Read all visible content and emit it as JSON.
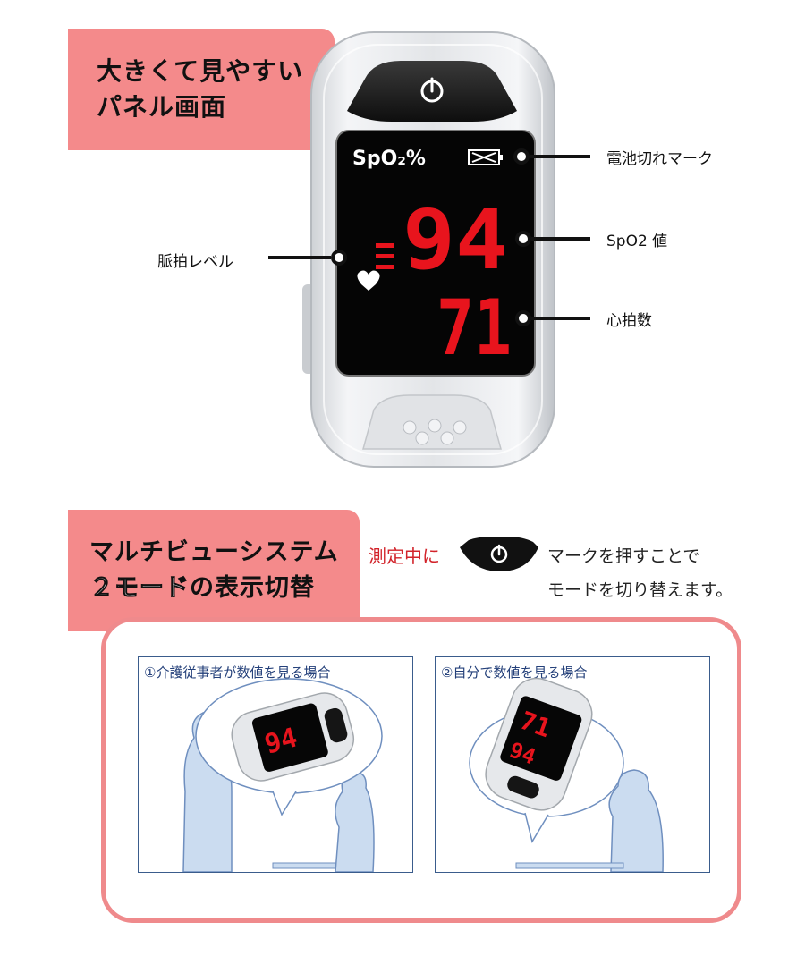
{
  "feature1": {
    "line1": "大きくて見やすい",
    "line2": "パネル画面"
  },
  "display": {
    "spo2_label": "SpO₂%",
    "spo2_value": "94",
    "heart_value": "71"
  },
  "callouts": {
    "battery": "電池切れマーク",
    "spo2": "SpO2 値",
    "heart_rate": "心拍数",
    "pulse_level": "脈拍レベル"
  },
  "feature2": {
    "line1": "マルチビューシステム",
    "line2_num": "２",
    "line2_mode": "モード",
    "line2_rest": "の表示切替"
  },
  "instruction": {
    "red": "測定中に",
    "line1": "マークを押すことで",
    "line2": "モードを切り替えます。"
  },
  "panels": [
    {
      "title": "①介護従事者が数値を見る場合"
    },
    {
      "title": "②自分で数値を見る場合"
    }
  ],
  "colors": {
    "badge": "#f48a8b",
    "frame": "#ef8a8c",
    "led": "#e8141d",
    "accent_red": "#d2232a"
  }
}
